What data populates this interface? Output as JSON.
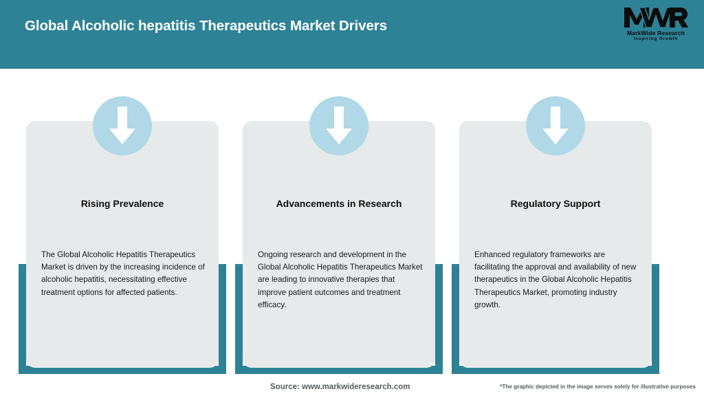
{
  "header": {
    "title": "Global Alcoholic hepatitis Therapeutics Market Drivers",
    "bar_color": "#2e8296"
  },
  "logo": {
    "mark": "MWR",
    "name": "MarkWide Research",
    "tagline": "Inspiring Growth"
  },
  "theme": {
    "teal": "#2e8296",
    "card_bg": "#e6eaeb",
    "badge_blue": "#b0d8e7",
    "arrow": "#ffffff",
    "page_bg": "#ffffff"
  },
  "cards": [
    {
      "icon": "arrow-down-icon",
      "heading": "Rising Prevalence",
      "body": "The Global Alcoholic Hepatitis Therapeutics Market is driven by the increasing incidence of alcoholic hepatitis, necessitating effective treatment options for affected patients."
    },
    {
      "icon": "arrow-down-icon",
      "heading": "Advancements in Research",
      "body": "Ongoing research and development in the Global Alcoholic Hepatitis Therapeutics Market are leading to innovative therapies that improve patient outcomes and treatment efficacy."
    },
    {
      "icon": "arrow-down-icon",
      "heading": "Regulatory Support",
      "body": "Enhanced regulatory frameworks are facilitating the approval and availability of new therapeutics in the Global Alcoholic Hepatitis Therapeutics Market, promoting industry growth."
    }
  ],
  "footer": {
    "source": "Source: www.markwideresearch.com",
    "disclaimer": "*The graphic depicted in the image serves solely for illustrative purposes"
  }
}
